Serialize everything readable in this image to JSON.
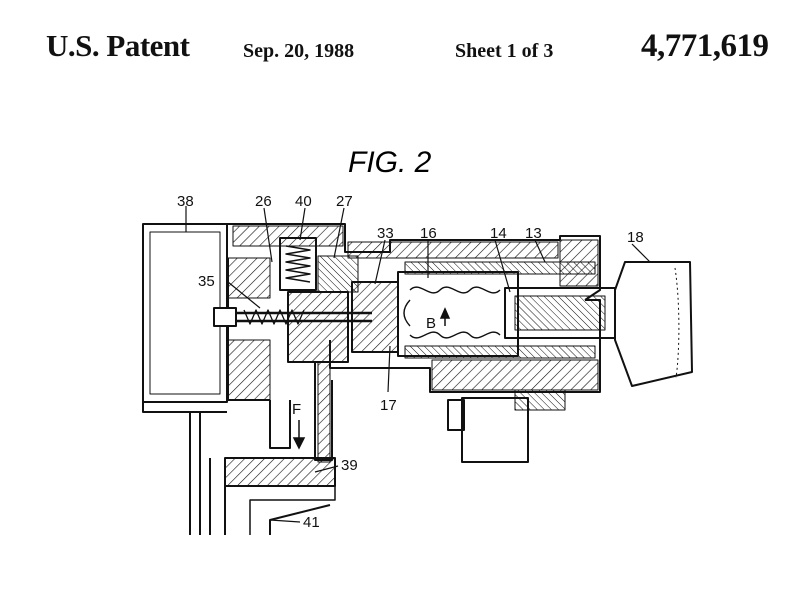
{
  "header": {
    "patent_label": "U.S. Patent",
    "date": "Sep. 20, 1988",
    "sheet": "Sheet 1 of 3",
    "patent_number": "4,771,619"
  },
  "figure": {
    "title": "FIG. 2",
    "labels": {
      "l38": "38",
      "l26": "26",
      "l40": "40",
      "l27": "27",
      "l33": "33",
      "l16": "16",
      "l14": "14",
      "l13": "13",
      "l18": "18",
      "l35": "35",
      "lB": "B",
      "l17": "17",
      "lF": "F",
      "l39": "39",
      "l41": "41"
    }
  },
  "colors": {
    "ink": "#111111",
    "paper": "#ffffff"
  }
}
